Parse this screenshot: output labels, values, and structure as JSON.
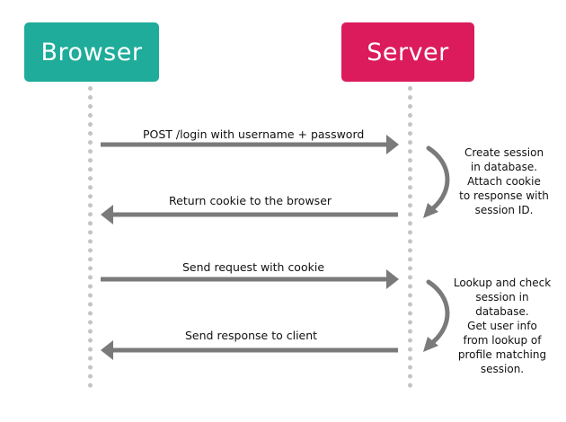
{
  "actors": {
    "browser": {
      "label": "Browser",
      "color": "#1fac9a"
    },
    "server": {
      "label": "Server",
      "color": "#dc1b5c"
    }
  },
  "messages": [
    {
      "text": "POST /login with username + password",
      "direction": "right"
    },
    {
      "text": "Return cookie to the browser",
      "direction": "left"
    },
    {
      "text": "Send request with cookie",
      "direction": "right"
    },
    {
      "text": "Send response to client",
      "direction": "left"
    }
  ],
  "notes": [
    {
      "text": "Create session\nin database.\nAttach cookie\nto response with\nsession ID."
    },
    {
      "text": "Lookup and check\nsession in\ndatabase.\nGet user info\nfrom lookup of\nprofile matching\nsession."
    }
  ],
  "colors": {
    "arrow": "#7a7a7a",
    "lifeline": "#c4c4c4"
  }
}
